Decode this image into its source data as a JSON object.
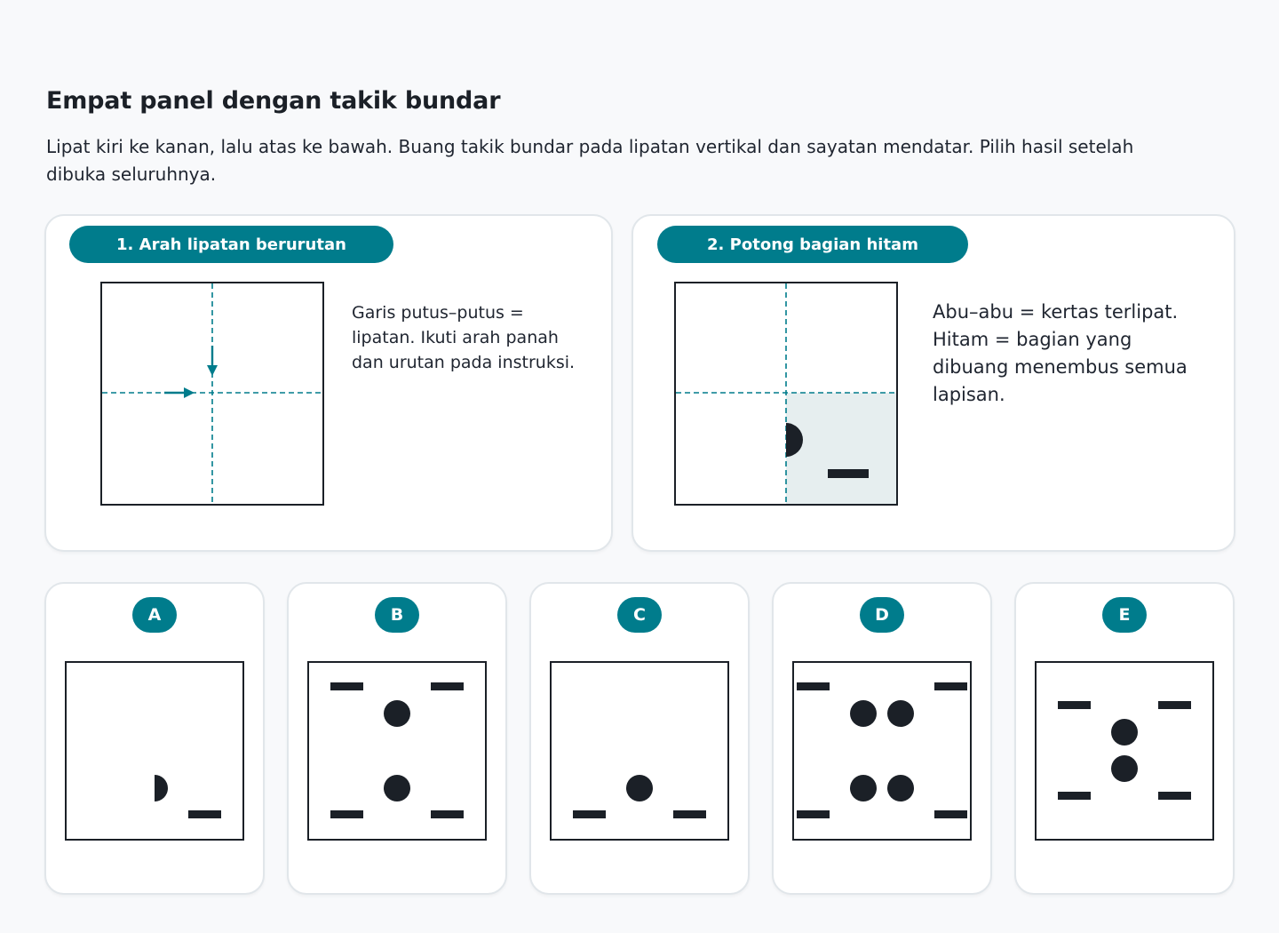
{
  "title": "Empat panel dengan takik bundar",
  "instruction": "Lipat kiri ke kanan, lalu atas ke bawah. Buang takik bundar pada lipatan vertikal dan sayatan mendatar. Pilih hasil setelah dibuka seluruhnya.",
  "step1": {
    "label": "1. Arah lipatan berurutan",
    "note": "Garis putus–putus = lipatan. Ikuti arah panah dan urutan pada instruksi."
  },
  "step2": {
    "label": "2. Potong bagian hitam",
    "note": "Abu–abu = kertas terlipat. Hitam = bagian yang dibuang menembus semua lapisan."
  },
  "options": [
    {
      "label": "A"
    },
    {
      "label": "B"
    },
    {
      "label": "C"
    },
    {
      "label": "D"
    },
    {
      "label": "E"
    }
  ],
  "colors": {
    "accent": "#007c8c",
    "cut": "#1b2027",
    "folded_area": "#e6eeef",
    "fold_line": "#007c8c"
  }
}
